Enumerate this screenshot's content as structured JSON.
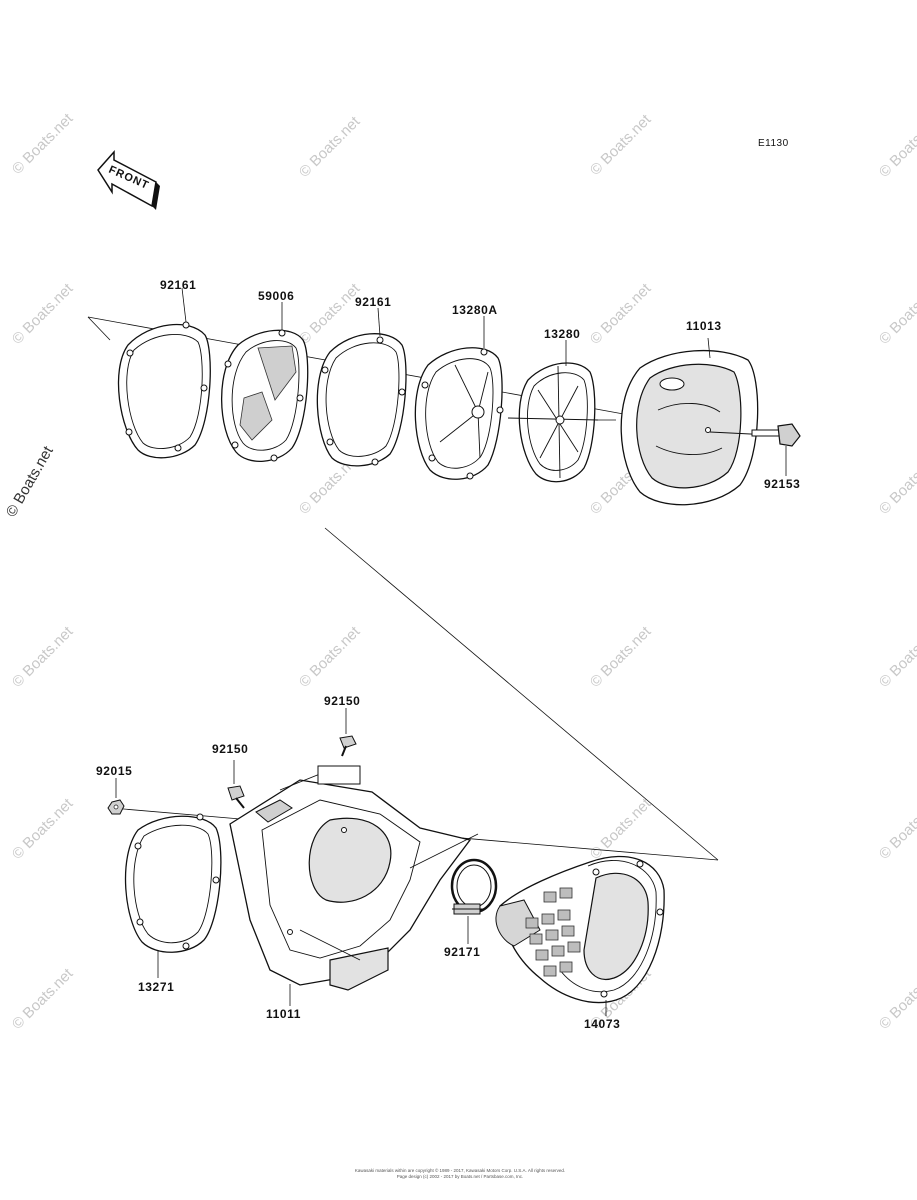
{
  "diagram_code": "E1130",
  "front_label": "FRONT",
  "parts": [
    {
      "number": "92161"
    },
    {
      "number": "59006"
    },
    {
      "number": "92161"
    },
    {
      "number": "13280A"
    },
    {
      "number": "13280"
    },
    {
      "number": "11013"
    },
    {
      "number": "92153"
    },
    {
      "number": "92150"
    },
    {
      "number": "92150"
    },
    {
      "number": "92015"
    },
    {
      "number": "92171"
    },
    {
      "number": "13271"
    },
    {
      "number": "11011"
    },
    {
      "number": "14073"
    }
  ],
  "watermark": "© Boats.net",
  "copyright_line1": "Kawasaki materials within are copyright © 1989 - 2017, Kawasaki Motors Corp. U.S.A. All rights reserved.",
  "copyright_line2": "Page design (c) 2002 - 2017 by Boats.net / Partsbase.com, Inc."
}
